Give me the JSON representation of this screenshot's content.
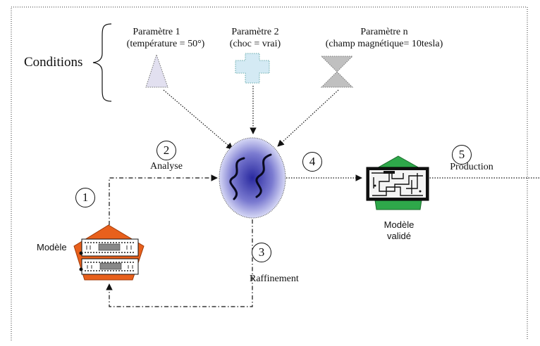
{
  "conditions_label": "Conditions",
  "parameters": [
    {
      "name": "Paramètre 1",
      "detail": "(température = 50°)",
      "shape": "triangle",
      "color": "#e2e0f0"
    },
    {
      "name": "Paramètre 2",
      "detail": "(choc = vrai)",
      "shape": "cross",
      "color": "#d4eaf4"
    },
    {
      "name": "Paramètre n",
      "detail": "(champ magnétique= 10tesla)",
      "shape": "hourglass",
      "color": "#c0c0c0"
    }
  ],
  "steps": [
    {
      "number": "1"
    },
    {
      "number": "2",
      "label": "Analyse"
    },
    {
      "number": "3",
      "label": "Raffinement"
    },
    {
      "number": "4"
    },
    {
      "number": "5",
      "label": "Production"
    }
  ],
  "model_label": "Modèle",
  "validated_label_line1": "Modèle",
  "validated_label_line2": "validé",
  "colors": {
    "model_pentagon": "#e8601c",
    "validated_pentagon": "#2ea84a",
    "simulation_center": "#2a2aa0",
    "simulation_edge": "#eef0ff"
  }
}
